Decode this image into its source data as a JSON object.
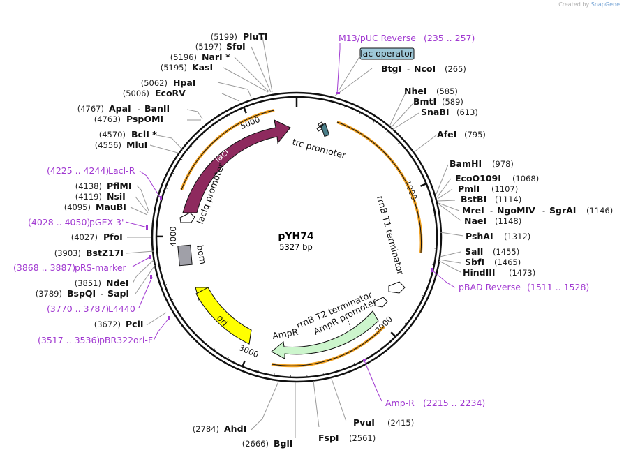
{
  "credit": {
    "prefix": "Created by",
    "brand": "SnapGene"
  },
  "plasmid": {
    "name": "pYH74",
    "size": "5327 bp",
    "length": 5327
  },
  "ticks": [
    {
      "pos": 0,
      "label": ""
    },
    {
      "pos": 1000,
      "label": "1000"
    },
    {
      "pos": 2000,
      "label": "2000"
    },
    {
      "pos": 3000,
      "label": "3000"
    },
    {
      "pos": 4000,
      "label": "4000"
    },
    {
      "pos": 5000,
      "label": "5000"
    }
  ],
  "features": [
    {
      "name": "LacI",
      "start": 4050,
      "end": 5130,
      "color": "#8e2a5e",
      "type": "arrow-ccw"
    },
    {
      "name": "ori",
      "start": 2950,
      "end": 3530,
      "color": "#ffff00",
      "type": "arrow-ccw"
    },
    {
      "name": "AmpR",
      "start": 1960,
      "end": 2620,
      "color": "#ccf5cc",
      "type": "arrow-ccw"
    },
    {
      "name": "bom",
      "start": 3930,
      "end": 4040,
      "color": "#a0a0a8",
      "type": "box"
    },
    {
      "name": "lac operator",
      "start": 235,
      "end": 257,
      "color": "#9ec8d8",
      "type": "tag"
    }
  ],
  "feature_labels": {
    "trc_promoter": "trc promoter",
    "rrnb_t1": "rrnB T1 terminator",
    "rrnb_t2": "rrnB T2 terminator",
    "ampr_promoter": "AmpR promoter",
    "laciq_promoter": "lacIq promoter",
    "lac_operator": "lac operator",
    "laci": "lacI",
    "ori": "ori",
    "bom": "bom",
    "ampr": "AmpR"
  },
  "sites": [
    {
      "name": "PluTI",
      "pos": "(5199)"
    },
    {
      "name": "SfoI",
      "pos": "(5197)"
    },
    {
      "name": "NarI *",
      "pos": "(5196)"
    },
    {
      "name": "KasI",
      "pos": "(5195)"
    },
    {
      "name": "HpaI",
      "pos": "(5062)"
    },
    {
      "name": "EcoRV",
      "pos": "(5006)"
    },
    {
      "name": "ApaI",
      "extra": "BanII",
      "pos": "(4767)"
    },
    {
      "name": "PspOMI",
      "pos": "(4763)"
    },
    {
      "name": "BclI *",
      "pos": "(4570)"
    },
    {
      "name": "MluI",
      "pos": "(4556)"
    },
    {
      "name": "PflMI",
      "pos": "(4138)"
    },
    {
      "name": "NsiI",
      "pos": "(4119)"
    },
    {
      "name": "MauBI",
      "pos": "(4095)"
    },
    {
      "name": "PfoI",
      "pos": "(4027)"
    },
    {
      "name": "BstZ17I",
      "pos": "(3903)"
    },
    {
      "name": "NdeI",
      "pos": "(3851)"
    },
    {
      "name": "BspQI",
      "extra": "SapI",
      "pos": "(3789)"
    },
    {
      "name": "PciI",
      "pos": "(3672)"
    },
    {
      "name": "AhdI",
      "pos": "(2784)"
    },
    {
      "name": "BglI",
      "pos": "(2666)"
    },
    {
      "name": "FspI",
      "pos": "(2561)"
    },
    {
      "name": "PvuI",
      "pos": "(2415)"
    },
    {
      "name": "BtgI",
      "extra": "NcoI",
      "pos": "(265)"
    },
    {
      "name": "NheI",
      "pos": "(585)"
    },
    {
      "name": "BmtI",
      "pos": "(589)"
    },
    {
      "name": "SnaBI",
      "pos": "(613)"
    },
    {
      "name": "AfeI",
      "pos": "(795)"
    },
    {
      "name": "BamHI",
      "pos": "(978)"
    },
    {
      "name": "EcoO109I",
      "pos": "(1068)"
    },
    {
      "name": "PmlI",
      "pos": "(1107)"
    },
    {
      "name": "BstBI",
      "pos": "(1114)"
    },
    {
      "name": "MreI",
      "extra": "NgoMIV",
      "extra2": "SgrAI",
      "pos": "(1146)"
    },
    {
      "name": "NaeI",
      "pos": "(1148)"
    },
    {
      "name": "PshAI",
      "pos": "(1312)"
    },
    {
      "name": "SalI",
      "pos": "(1455)"
    },
    {
      "name": "SbfI",
      "pos": "(1465)"
    },
    {
      "name": "HindIII",
      "pos": "(1473)"
    }
  ],
  "primers": [
    {
      "name": "M13/pUC Reverse",
      "range": "(235 .. 257)"
    },
    {
      "name": "pBAD Reverse",
      "range": "(1511 .. 1528)"
    },
    {
      "name": "Amp-R",
      "range": "(2215 .. 2234)"
    },
    {
      "name": "pBR322ori-F",
      "range": "(3517 .. 3536)"
    },
    {
      "name": "L4440",
      "range": "(3770 .. 3787)"
    },
    {
      "name": "pRS-marker",
      "range": "(3868 .. 3887)"
    },
    {
      "name": "pGEX 3'",
      "range": "(4028 .. 4050)"
    },
    {
      "name": "LacI-R",
      "range": "(4225 .. 4244)"
    }
  ],
  "colors": {
    "backbone": "#111111",
    "primer": "#a13ad1",
    "orange_feature": "#f0a020",
    "site_line": "#888888"
  }
}
